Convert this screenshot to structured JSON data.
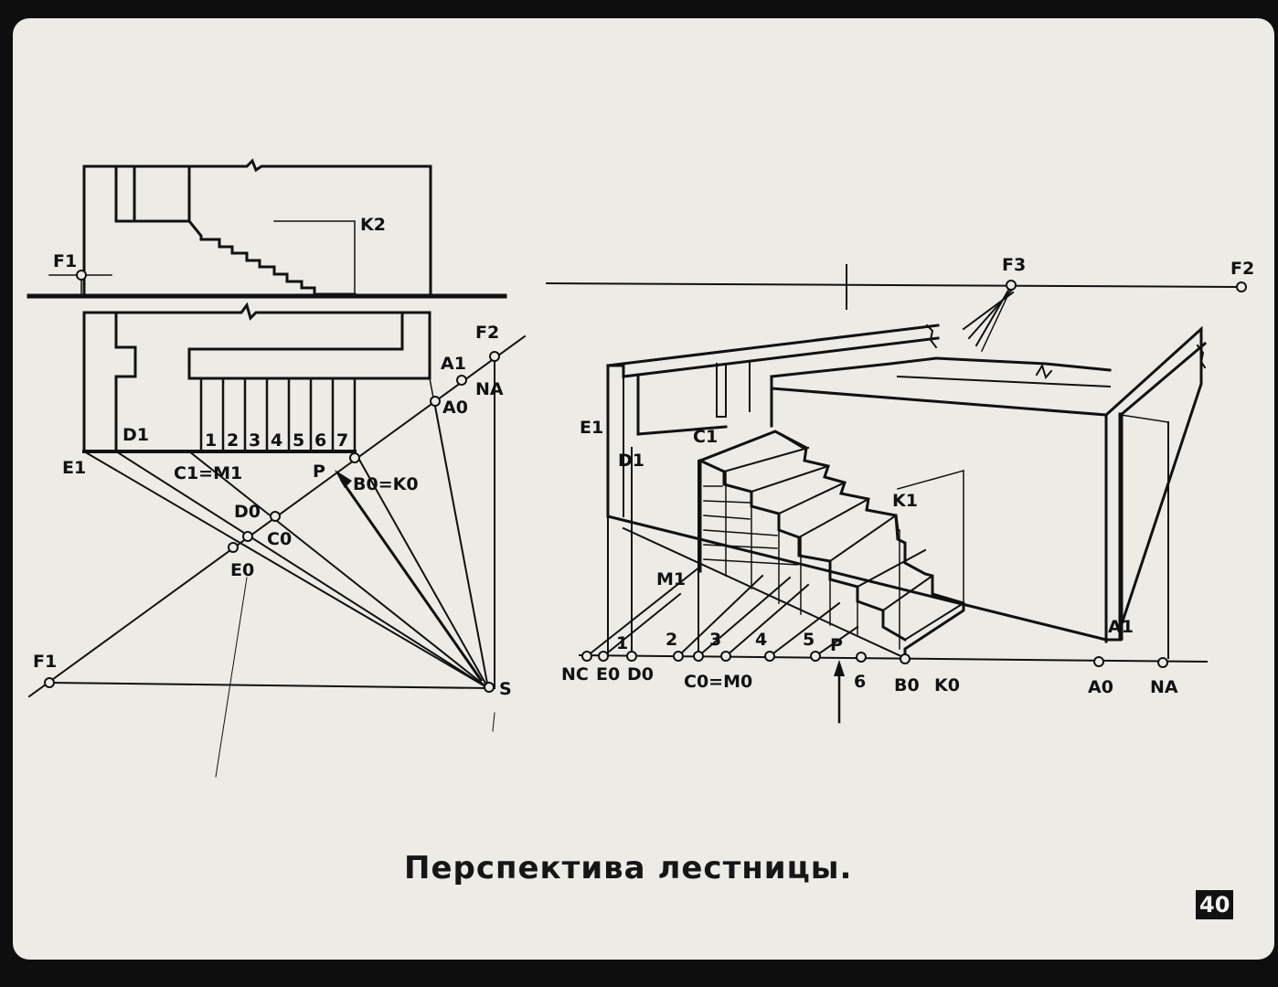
{
  "caption": "Перспектива лестницы.",
  "slide_number": "40",
  "left_figure": {
    "plan_labels": [
      "F1",
      "K2"
    ],
    "step_numbers": [
      "1",
      "2",
      "3",
      "4",
      "5",
      "6",
      "7"
    ],
    "labels": {
      "F1_top": "F1",
      "K2": "K2",
      "D1": "D1",
      "E1": "E1",
      "C1M1": "C1=M1",
      "P": "P",
      "B0K0": "B0=K0",
      "A1": "A1",
      "A0": "A0",
      "F2": "F2",
      "NA": "NA",
      "D0": "D0",
      "C0": "C0",
      "E0": "E0",
      "F1_bottom": "F1",
      "S": "S"
    }
  },
  "right_figure": {
    "ground_numbers": [
      "1",
      "2",
      "3",
      "4",
      "5",
      "6"
    ],
    "labels": {
      "F3": "F3",
      "F2": "F2",
      "E1": "E1",
      "D1": "D1",
      "C1": "C1",
      "K1": "K1",
      "M1": "M1",
      "A1": "A1",
      "NC": "NC",
      "E0": "E0",
      "D0": "D0",
      "C0M0": "C0=M0",
      "P": "P",
      "B0": "B0",
      "K0": "K0",
      "A0": "A0",
      "NA": "NA"
    }
  }
}
